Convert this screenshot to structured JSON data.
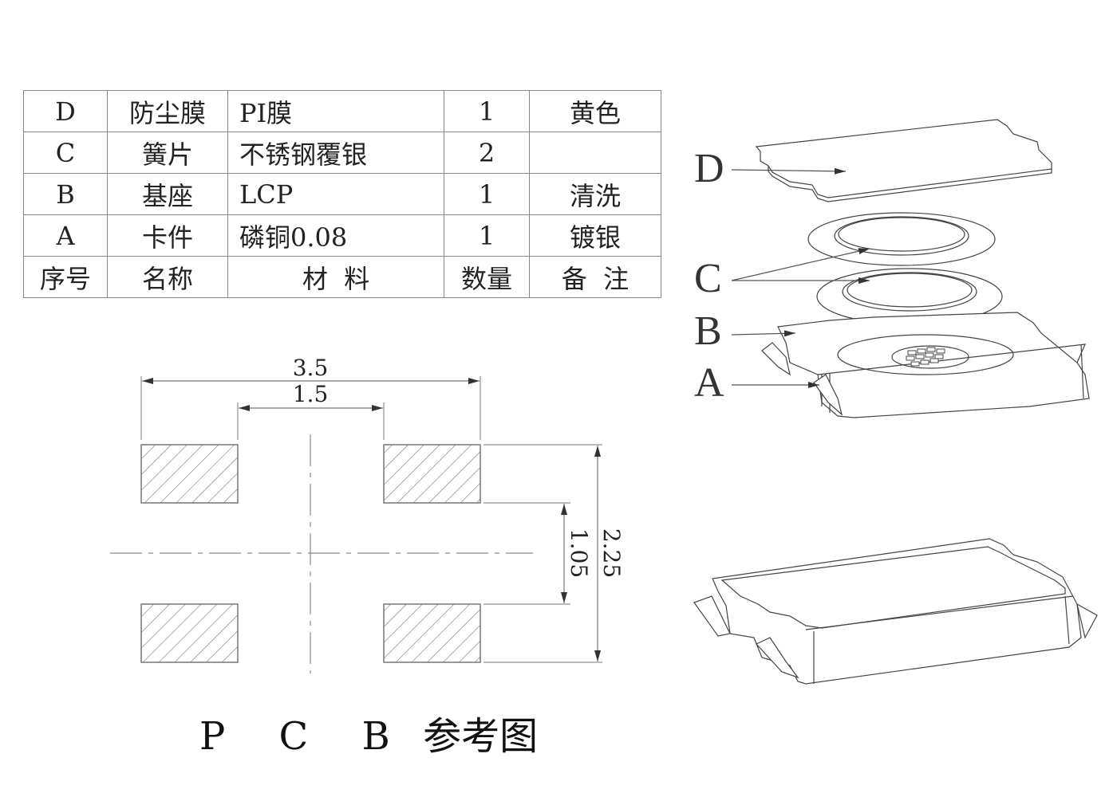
{
  "bom_table": {
    "header": [
      "序号",
      "名称",
      "材  料",
      "数量",
      "备  注"
    ],
    "rows": [
      [
        "D",
        "防尘膜",
        "PI膜",
        "1",
        "黄色"
      ],
      [
        "C",
        "簧片",
        "不锈钢覆银",
        "2",
        ""
      ],
      [
        "B",
        "基座",
        "LCP",
        "1",
        "清洗"
      ],
      [
        "A",
        "卡件",
        "磷铜0.08",
        "1",
        "镀银"
      ]
    ]
  },
  "pcb_drawing": {
    "title_latin": "P C B",
    "title_cjk": "参考图",
    "dimensions": {
      "overall_width": "3.5",
      "inner_gap": "1.5",
      "overall_height": "2.25",
      "inner_height": "1.05"
    }
  },
  "exploded_view": {
    "callouts": [
      "D",
      "C",
      "B",
      "A"
    ]
  }
}
